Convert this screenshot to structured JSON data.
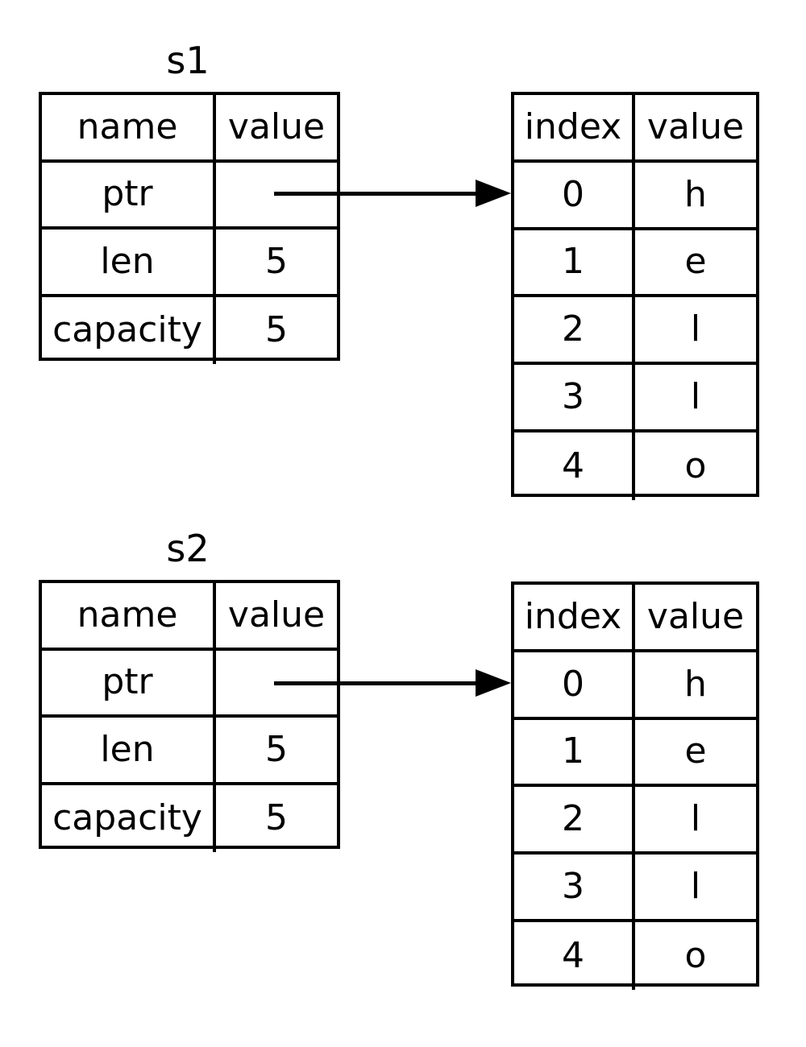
{
  "diagram": {
    "title_hidden": "",
    "groups": [
      {
        "label": "s1",
        "struct_table": {
          "headers": [
            "name",
            "value"
          ],
          "rows": [
            {
              "name": "ptr",
              "value": ""
            },
            {
              "name": "len",
              "value": "5"
            },
            {
              "name": "capacity",
              "value": "5"
            }
          ]
        },
        "array_table": {
          "headers": [
            "index",
            "value"
          ],
          "rows": [
            {
              "index": "0",
              "value": "h"
            },
            {
              "index": "1",
              "value": "e"
            },
            {
              "index": "2",
              "value": "l"
            },
            {
              "index": "3",
              "value": "l"
            },
            {
              "index": "4",
              "value": "o"
            }
          ]
        },
        "pointer": {
          "from": "ptr",
          "to": "index 0"
        }
      },
      {
        "label": "s2",
        "struct_table": {
          "headers": [
            "name",
            "value"
          ],
          "rows": [
            {
              "name": "ptr",
              "value": ""
            },
            {
              "name": "len",
              "value": "5"
            },
            {
              "name": "capacity",
              "value": "5"
            }
          ]
        },
        "array_table": {
          "headers": [
            "index",
            "value"
          ],
          "rows": [
            {
              "index": "0",
              "value": "h"
            },
            {
              "index": "1",
              "value": "e"
            },
            {
              "index": "2",
              "value": "l"
            },
            {
              "index": "3",
              "value": "l"
            },
            {
              "index": "4",
              "value": "o"
            }
          ]
        },
        "pointer": {
          "from": "ptr",
          "to": "index 0"
        }
      }
    ],
    "colors": {
      "stroke": "#000000",
      "background": "#ffffff",
      "text": "#000000"
    }
  }
}
